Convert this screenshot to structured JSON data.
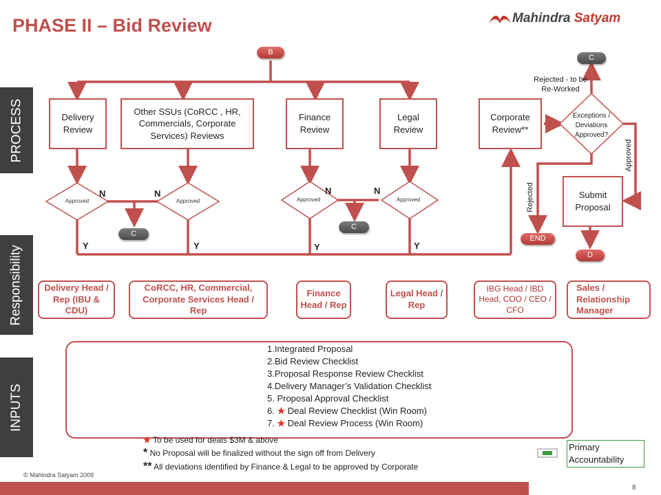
{
  "title": "PHASE II – Bid Review",
  "logo": {
    "brand1": "Mahindra",
    "brand2": " Satyam"
  },
  "sidebar": {
    "process": "PROCESS",
    "responsibility": "Responsibility",
    "inputs": "INPUTS"
  },
  "connectors": {
    "b_top": "B",
    "c_left": "C",
    "c_mid": "C",
    "c_top": "C",
    "d_bottom": "D",
    "end": "END"
  },
  "process_boxes": {
    "delivery": "Delivery Review",
    "other_ssus": "Other SSUs (CoRCC , HR, Commercials, Corporate Services) Reviews",
    "finance": "Finance Review",
    "legal": "Legal Review",
    "corporate": "Corporate Review**",
    "submit": "Submit Proposal"
  },
  "decisions": {
    "approved": "Approved",
    "exceptions": "Exceptions / Deviations Approved?"
  },
  "branch_labels": {
    "n": "N",
    "y": "Y",
    "rejected_rework": "Rejected - to be Re-Worked",
    "rejected": "Rejected",
    "approved": "Approved"
  },
  "responsibility": {
    "delivery": "Delivery Head / Rep (IBU & CDU)",
    "corcc": "CoRCC, HR, Commercial, Corporate Services Head / Rep",
    "finance": "Finance Head / Rep",
    "legal": "Legal Head / Rep",
    "ibg": "IBG Head / IBD Head, COO / CEO / CFO",
    "sales": "Sales / Relationship Manager"
  },
  "inputs": {
    "items": [
      "1.Integrated Proposal",
      "2.Bid Review Checklist",
      "3.Proposal Response Review Checklist",
      "4.Delivery Manager’s Validation Checklist",
      "5. Proposal Approval Checklist",
      "6.",
      "7."
    ],
    "item6_text": "Deal Review Checklist (Win Room)",
    "item7_text": "Deal Review Process (Win Room)"
  },
  "notes": {
    "star_note": "To be used for deals $3M & above",
    "single_star": "*",
    "single_note": "No Proposal will be finalized without the sign off from Delivery",
    "double_star": "**",
    "double_note": "All deviations identified by Finance & Legal to be approved by Corporate"
  },
  "legend": {
    "label": "Primary Accountability"
  },
  "footer": {
    "copyright": "© Mahindra Satyam 2009",
    "page": "8"
  },
  "colors": {
    "accent": "#c0504d",
    "sidebar": "#3f3f3f",
    "legend_green": "#3c9a3c"
  },
  "icons": {
    "logo": "mahindra-rise-logo-icon",
    "star": "red-star-icon"
  }
}
